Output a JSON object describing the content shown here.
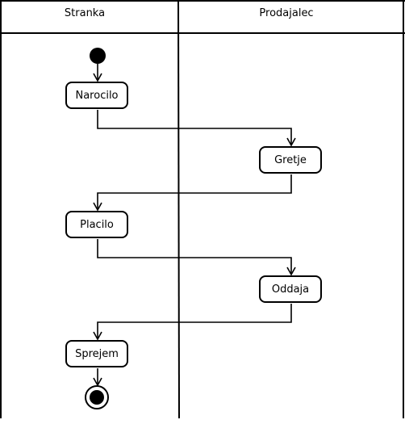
{
  "swimlanes": [
    {
      "title": "Stranka"
    },
    {
      "title": "Prodajalec"
    }
  ],
  "activities": [
    {
      "id": "narocilo",
      "label": "Narocilo",
      "lane": "Stranka"
    },
    {
      "id": "gretje",
      "label": "Gretje",
      "lane": "Prodajalec"
    },
    {
      "id": "placilo",
      "label": "Placilo",
      "lane": "Stranka"
    },
    {
      "id": "oddaja",
      "label": "Oddaja",
      "lane": "Prodajalec"
    },
    {
      "id": "sprejem",
      "label": "Sprejem",
      "lane": "Stranka"
    }
  ],
  "flows": [
    {
      "from": "start",
      "to": "narocilo"
    },
    {
      "from": "narocilo",
      "to": "gretje"
    },
    {
      "from": "gretje",
      "to": "placilo"
    },
    {
      "from": "placilo",
      "to": "oddaja"
    },
    {
      "from": "oddaja",
      "to": "sprejem"
    },
    {
      "from": "sprejem",
      "to": "end"
    }
  ]
}
